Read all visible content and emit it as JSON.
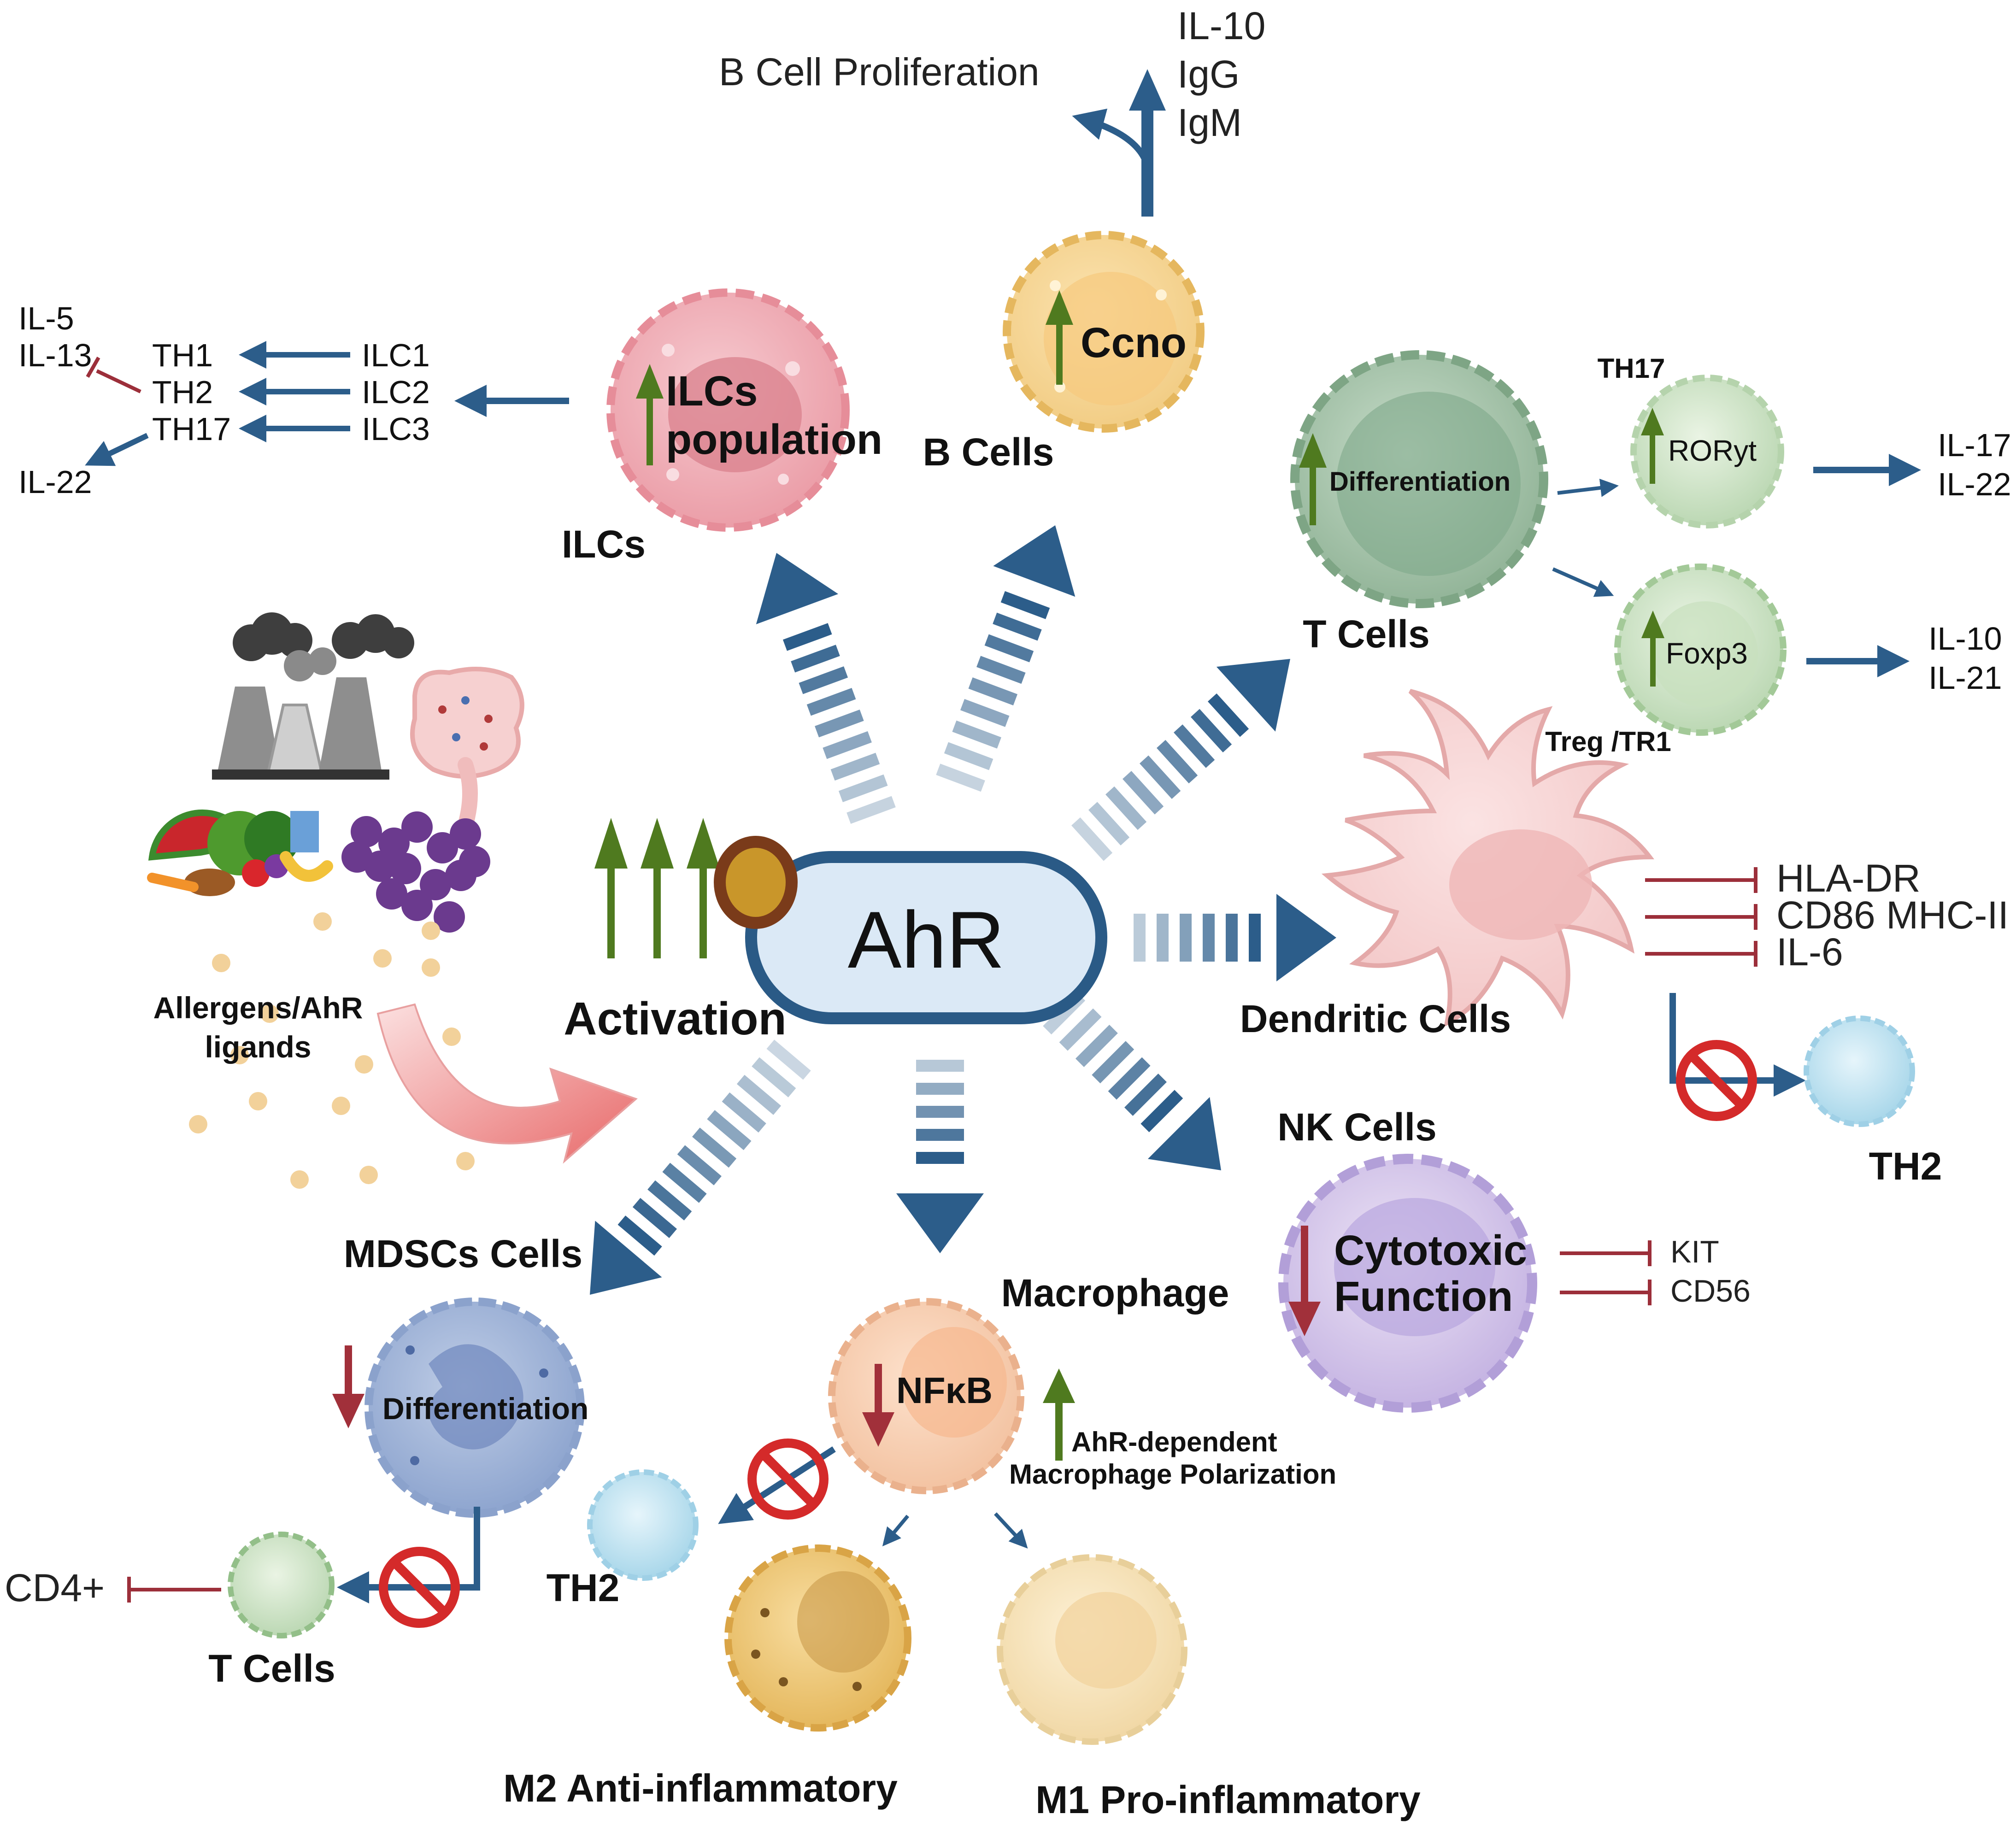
{
  "colors": {
    "arrow_blue": "#2c5d8a",
    "inhibit_red": "#9c2f3a",
    "up_green": "#4f7a1f",
    "down_red": "#a1303a",
    "ahr_fill": "#dbe9f6",
    "ahr_stroke": "#2a5a86",
    "ligand_fill": "#c9962a",
    "ligand_stroke": "#7a3b1a",
    "no_sign": "#d42a2a"
  },
  "center": {
    "receptor_label": "AhR",
    "activation_label": "Activation",
    "ligands_label_line1": "Allergens/AhR",
    "ligands_label_line2": "ligands"
  },
  "ilcs": {
    "cell_label": "ILCs",
    "inner_line1": "ILCs",
    "inner_line2": "population",
    "subsets": [
      "ILC1",
      "ILC2",
      "ILC3"
    ],
    "th_types": [
      "TH1",
      "TH2",
      "TH17"
    ],
    "cytokines_top": [
      "IL-5",
      "IL-13"
    ],
    "cytokine_bottom": "IL-22"
  },
  "bcells": {
    "cell_label": "B Cells",
    "inner": "Ccno",
    "proliferation": "B Cell Proliferation",
    "outputs": [
      "IL-10",
      "IgG",
      "IgM"
    ]
  },
  "tcells": {
    "cell_label": "T Cells",
    "inner": "Differentiation",
    "th17_label": "TH17",
    "th17_inner": "RORyt",
    "th17_outputs": [
      "IL-17",
      "IL-22"
    ],
    "treg_label": "Treg /TR1",
    "treg_inner": "Foxp3",
    "treg_outputs": [
      "IL-10",
      "IL-21"
    ]
  },
  "dendritic": {
    "cell_label": "Dendritic Cells",
    "inhibited": [
      "HLA-DR",
      "CD86 MHC-II",
      "IL-6"
    ],
    "blocked_target": "TH2"
  },
  "nk": {
    "cell_label": "NK Cells",
    "inner_line1": "Cytotoxic",
    "inner_line2": "Function",
    "inhibited": [
      "KIT",
      "CD56"
    ]
  },
  "macrophage": {
    "cell_label": "Macrophage",
    "inner": "NFκB",
    "polarization_line1": "AhR-dependent",
    "polarization_line2": "Macrophage Polarization",
    "blocked_target": "TH2",
    "m2_label": "M2 Anti-inflammatory",
    "m1_label": "M1  Pro-inflammatory"
  },
  "mdsc": {
    "cell_label": "MDSCs Cells",
    "inner": "Differentiation",
    "target_label": "T Cells",
    "inhibited": "CD4+"
  }
}
